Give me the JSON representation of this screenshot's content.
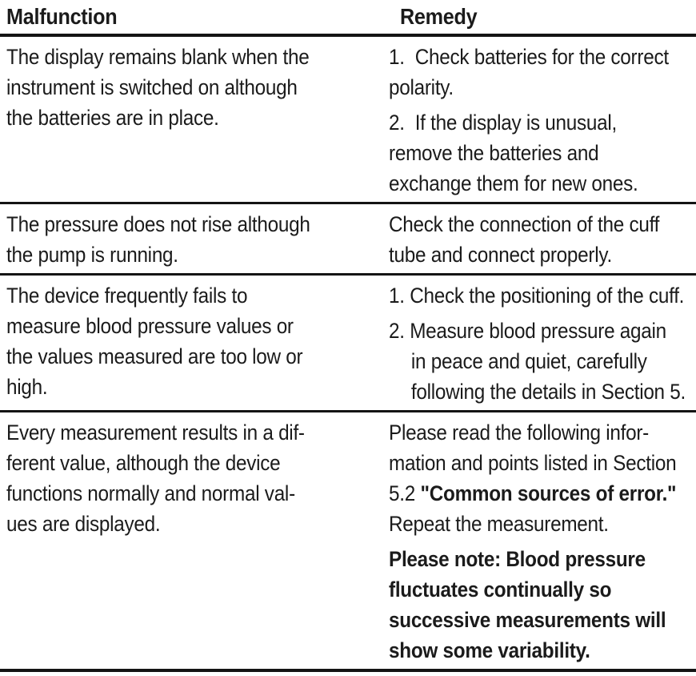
{
  "page": {
    "background": "#ffffff",
    "text_color": "#1b1b1b",
    "rule_color": "#141414"
  },
  "table": {
    "headers": [
      "Malfunction",
      "Remedy"
    ],
    "rows": [
      {
        "malfunction": {
          "blocks": [
            {
              "lines": [
                "The display remains blank when the",
                "instrument is switched on although",
                "the batteries are in place."
              ]
            }
          ]
        },
        "remedy": {
          "blocks": [
            {
              "lines": [
                "1.  Check batteries for the correct",
                "polarity."
              ]
            },
            {
              "lines": [
                "2.  If the display is unusual,",
                "remove the batteries and",
                "exchange them for new ones."
              ]
            }
          ]
        }
      },
      {
        "malfunction": {
          "blocks": [
            {
              "lines": [
                "The pressure does not rise although",
                "the pump is running."
              ]
            }
          ]
        },
        "remedy": {
          "blocks": [
            {
              "lines": [
                "Check the connection of the cuff",
                "tube and connect properly."
              ]
            }
          ]
        }
      },
      {
        "malfunction": {
          "blocks": [
            {
              "lines": [
                "The device frequently fails to",
                "measure blood pressure values or",
                "the values measured are too low or",
                "high."
              ]
            }
          ]
        },
        "remedy": {
          "blocks": [
            {
              "lines": [
                "1. Check the positioning of the cuff."
              ]
            },
            {
              "hang": true,
              "lines": [
                "2. Measure blood pressure again",
                "in peace and quiet, carefully",
                "following the details in Section 5."
              ]
            }
          ]
        }
      },
      {
        "malfunction": {
          "blocks": [
            {
              "lines": [
                "Every measurement results in a dif-",
                "ferent value, although the device",
                "functions normally and normal val-",
                "ues are displayed."
              ]
            }
          ]
        },
        "remedy": {
          "blocks": [
            {
              "lines": [
                "Please read the following infor-",
                "mation and points listed in Section",
                [
                  {
                    "t": "5.2 ",
                    "b": false
                  },
                  {
                    "t": "\"Common sources of error.\"",
                    "b": true
                  }
                ],
                "Repeat the measurement."
              ]
            },
            {
              "bold": true,
              "lines": [
                "Please note: Blood pressure",
                "fluctuates continually so",
                "successive measurements will",
                "show some variability."
              ]
            }
          ]
        }
      }
    ]
  }
}
